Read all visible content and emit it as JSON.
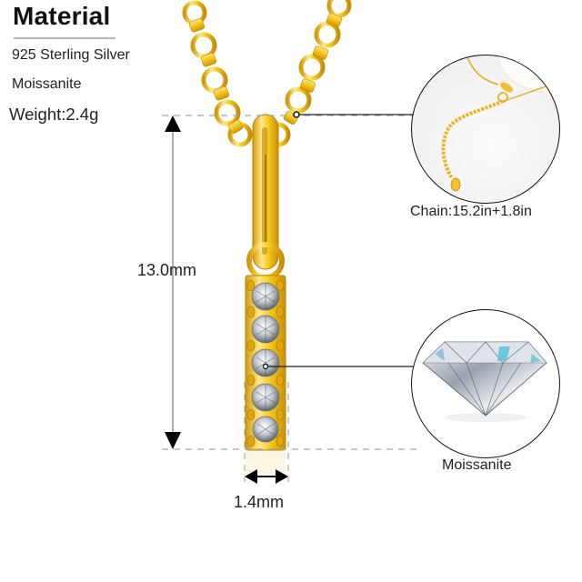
{
  "material": {
    "title": "Material",
    "specs": [
      "925 Sterling Silver",
      "Moissanite"
    ],
    "weight": "Weight:2.4g"
  },
  "dimensions": {
    "height": "13.0mm",
    "width": "1.4mm"
  },
  "callouts": {
    "chain": "Chain:15.2in+1.8in",
    "stone": "Moissanite"
  },
  "colors": {
    "gold": "#f2c417",
    "gold_dark": "#d49a0a",
    "gold_light": "#ffe98a",
    "dash": "#a8a8a8",
    "text": "#222222"
  }
}
